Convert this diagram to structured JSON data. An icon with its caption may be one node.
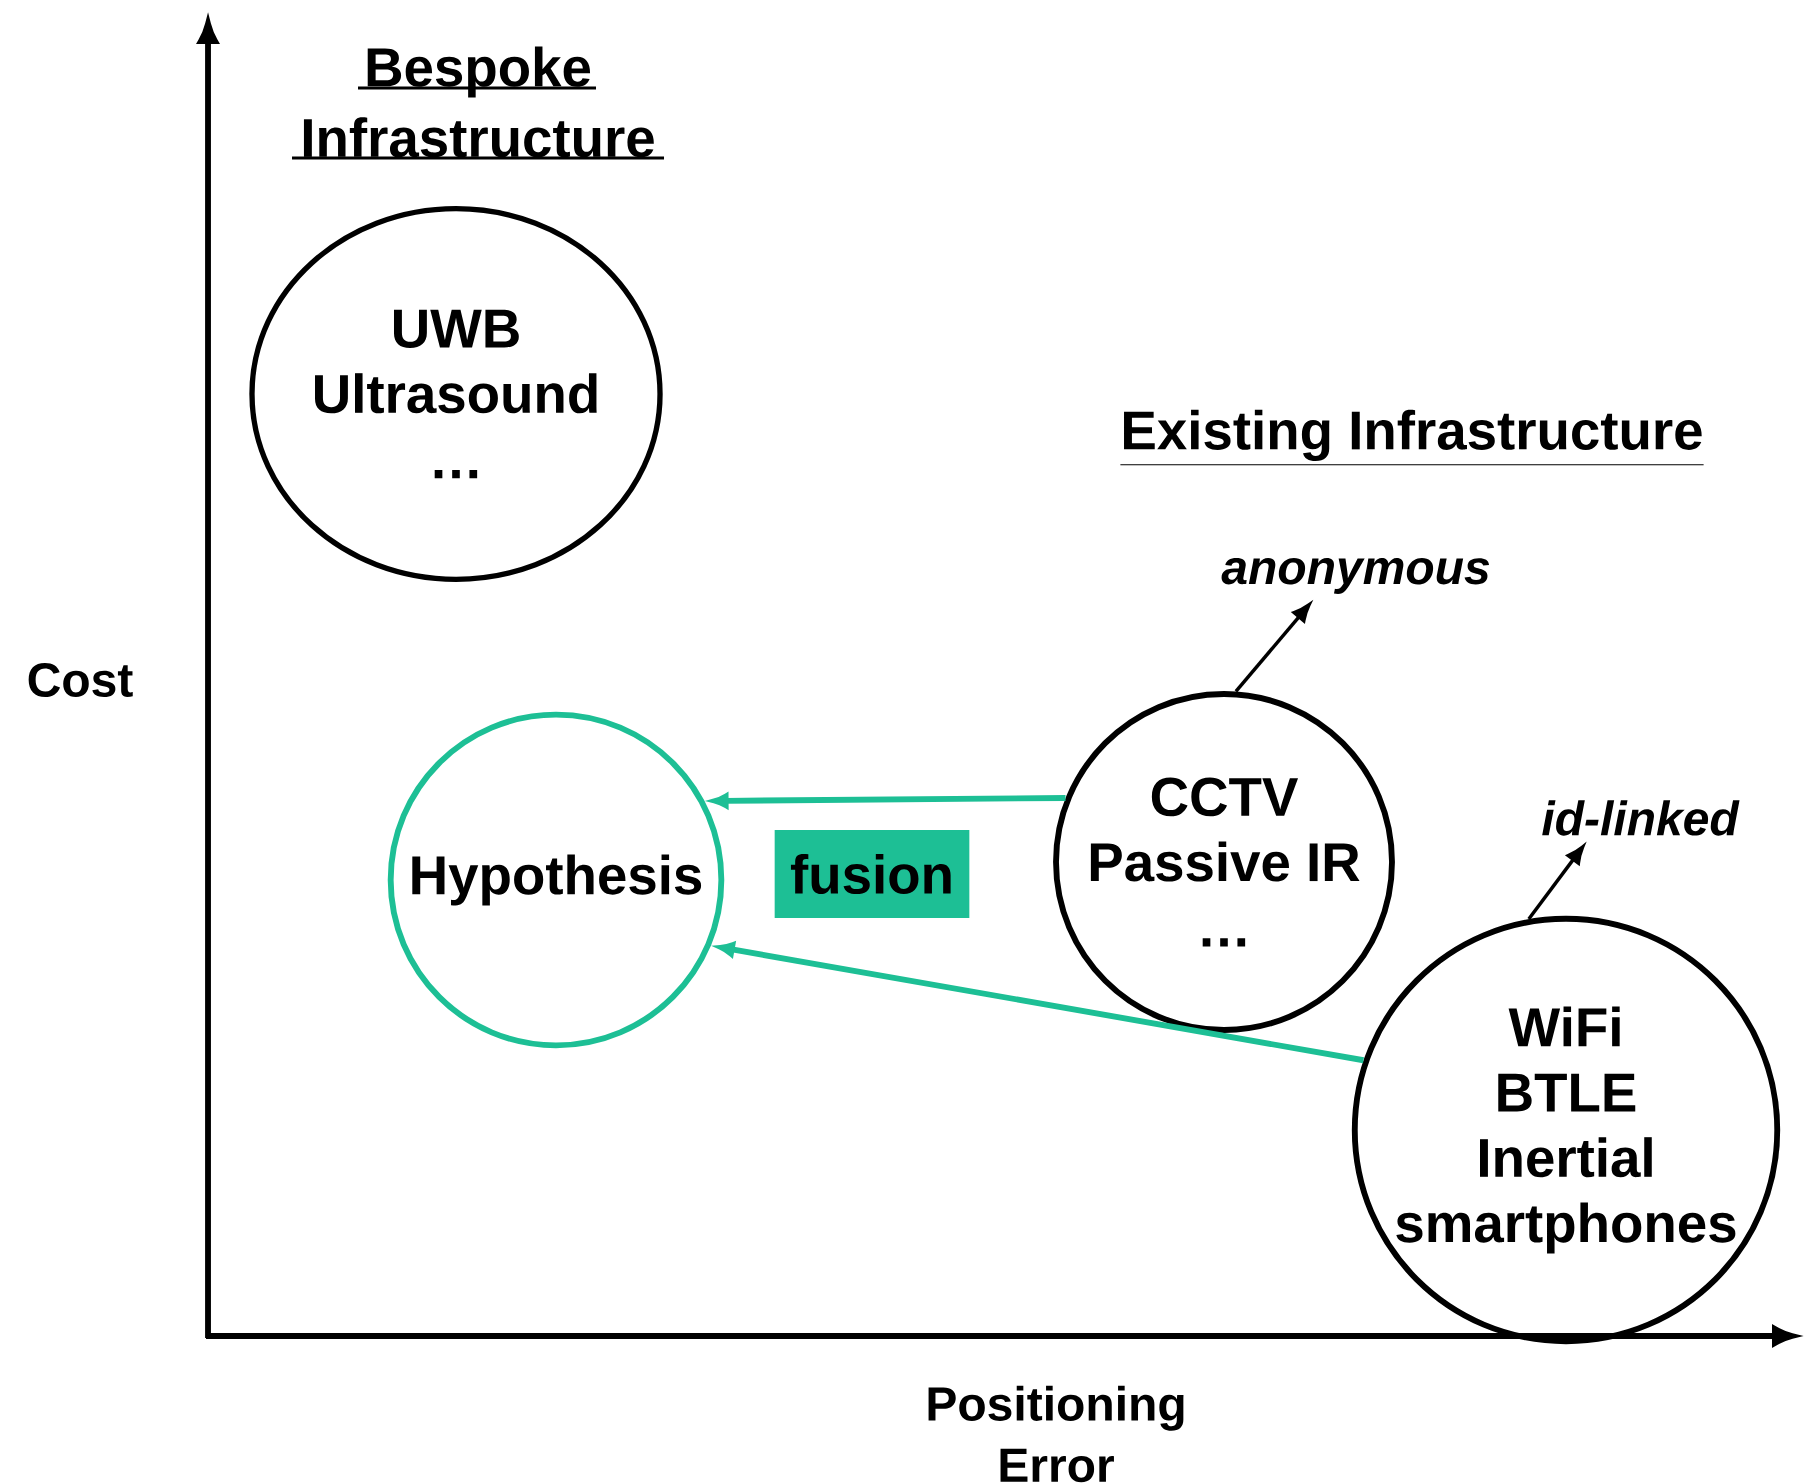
{
  "diagram": {
    "nodes": [
      {
        "text": [
          "UWB",
          "Ultrasound",
          "…"
        ]
      },
      {
        "text": [
          "Hypothesis"
        ]
      },
      {
        "text": [
          "CCTV",
          "Passive IR",
          "…"
        ]
      },
      {
        "text": [
          "WiFi",
          "BTLE",
          "Inertial",
          "smartphones"
        ]
      },
      {
        "text": [
          "anonymous"
        ]
      },
      {
        "text": [
          "id-linked"
        ]
      },
      {
        "text": [
          "fusion"
        ]
      }
    ],
    "edges": [
      {
        "from": 2,
        "to": 1,
        "arrow": "to",
        "color": "#1dbf95"
      },
      {
        "from": 3,
        "to": 1,
        "arrow": "to",
        "color": "#1dbf95"
      },
      {
        "from": 2,
        "to": 4,
        "arrow": "to",
        "color": "#000000"
      },
      {
        "from": 3,
        "to": 5,
        "arrow": "to",
        "color": "#000000"
      }
    ],
    "labels": [
      "Bespoke Infrastructure",
      "Existing Infrastructure",
      "Cost",
      "Positioning Error"
    ]
  }
}
